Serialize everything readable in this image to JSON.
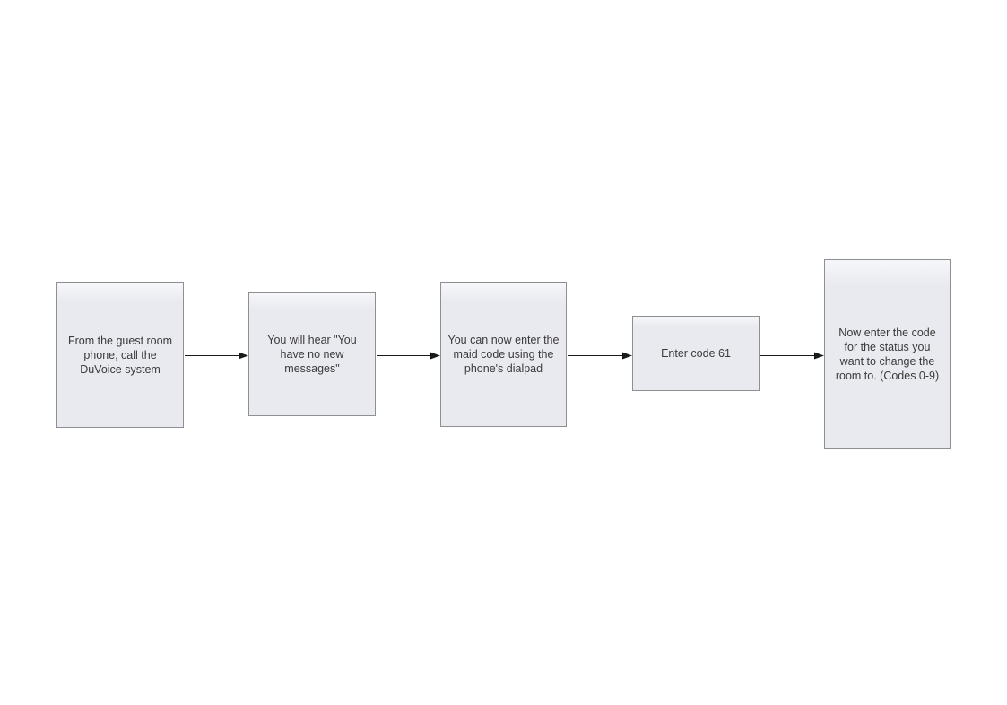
{
  "diagram": {
    "type": "flowchart",
    "direction": "left-to-right",
    "nodes": [
      {
        "id": 1,
        "label": "From the guest room phone, call the DuVoice system"
      },
      {
        "id": 2,
        "label": "You will hear \"You have no new messages\""
      },
      {
        "id": 3,
        "label": "You can now enter the maid code using the phone's dialpad"
      },
      {
        "id": 4,
        "label": "Enter code 61"
      },
      {
        "id": 5,
        "label": "Now enter the code for the status you want to change the room to. (Codes 0-9)"
      }
    ],
    "connections": [
      {
        "from": 1,
        "to": 2
      },
      {
        "from": 2,
        "to": 3
      },
      {
        "from": 3,
        "to": 4
      },
      {
        "from": 4,
        "to": 5
      }
    ],
    "colors": {
      "node_fill": "#e9eaf0",
      "node_fill_top": "#f6f7fa",
      "node_border": "#8c9093",
      "arrow": "#1a1a1a",
      "text": "#3a3a3a",
      "background": "#ffffff"
    }
  }
}
